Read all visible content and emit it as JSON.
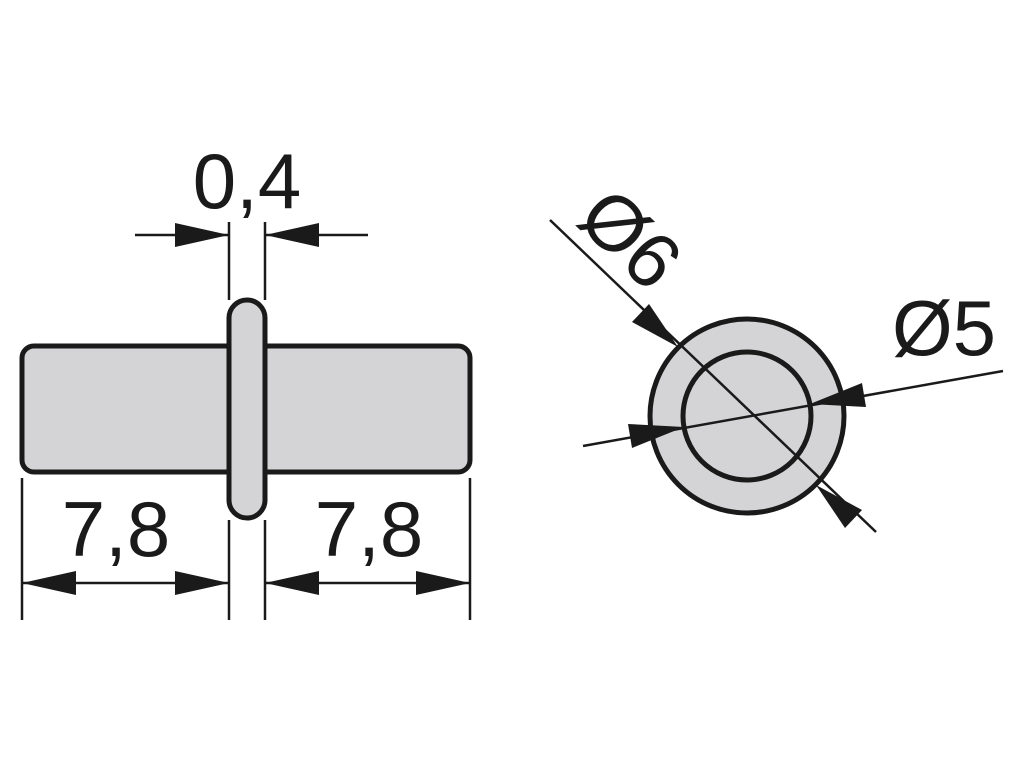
{
  "colors": {
    "part_fill": "#d4d4d6",
    "outline": "#1a1a1a",
    "background": "#ffffff"
  },
  "side_view": {
    "ring_width_label": "0,4",
    "left_length_label": "7,8",
    "right_length_label": "7,8"
  },
  "end_view": {
    "outer_diameter_label": "Ø6",
    "inner_diameter_label": "Ø5"
  }
}
